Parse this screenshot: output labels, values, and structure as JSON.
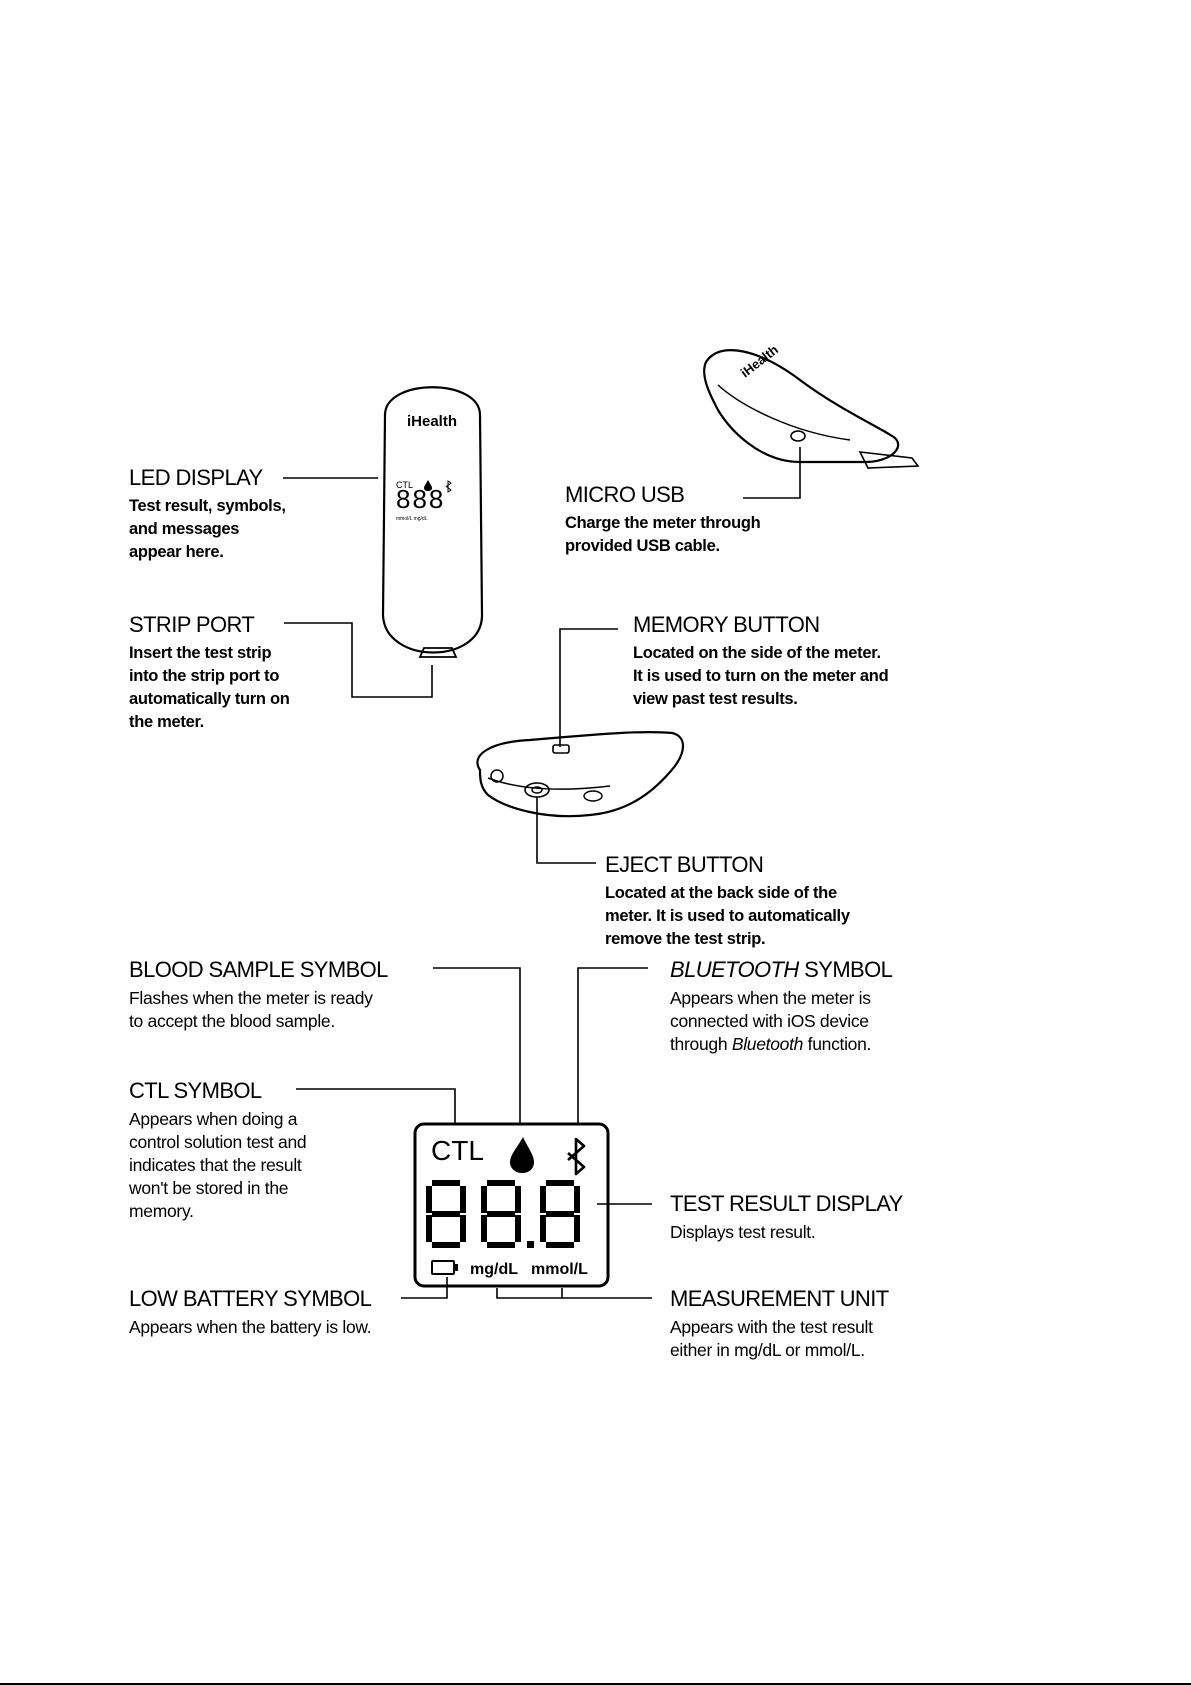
{
  "meter_front": {
    "brand": "iHealth",
    "display": {
      "ctl": "CTL",
      "digits": "888",
      "units": "mmol/L mg/dL"
    }
  },
  "meter_top": {
    "brand": "iHealth"
  },
  "lcd": {
    "ctl": "CTL",
    "unit_mg": "mg/dL",
    "unit_mmol": "mmol/L"
  },
  "callouts": {
    "led_display": {
      "title": "LED DISPLAY",
      "desc": [
        "Test result, symbols,",
        "and messages",
        "appear here."
      ]
    },
    "micro_usb": {
      "title": "MICRO USB",
      "desc": [
        "Charge the meter through",
        "provided USB cable."
      ]
    },
    "strip_port": {
      "title": "STRIP PORT",
      "desc": [
        "Insert the test strip",
        "into the strip port to",
        "automatically turn on",
        "the meter."
      ]
    },
    "memory_button": {
      "title": "MEMORY BUTTON",
      "desc": [
        "Located on the side of the meter.",
        "It is used to turn on the meter and",
        "view past test results."
      ]
    },
    "eject_button": {
      "title": "EJECT BUTTON",
      "desc": [
        "Located at the back side of the",
        "meter. It is used to automatically",
        "remove the test strip."
      ]
    },
    "blood_sample": {
      "title": "BLOOD SAMPLE SYMBOL",
      "desc": [
        "Flashes when the meter is ready",
        "to accept the blood sample."
      ]
    },
    "bluetooth": {
      "title_italic": "BLUETOOTH",
      "title_rest": " SYMBOL",
      "desc_1": "Appears when the meter is",
      "desc_2": "connected with iOS device",
      "desc_3_pre": "through ",
      "desc_3_italic": "Bluetooth",
      "desc_3_post": " function."
    },
    "ctl_symbol": {
      "title": "CTL SYMBOL",
      "desc": [
        "Appears when doing a",
        "control solution test and",
        "indicates that the result",
        "won't be stored in the",
        "memory."
      ]
    },
    "test_result": {
      "title": "TEST RESULT DISPLAY",
      "desc": [
        "Displays test result."
      ]
    },
    "low_battery": {
      "title": "LOW BATTERY SYMBOL",
      "desc": [
        "Appears when the battery is low."
      ]
    },
    "measurement_unit": {
      "title": "MEASUREMENT UNIT",
      "desc": [
        "Appears with the test result",
        "either in mg/dL or mmol/L."
      ]
    }
  },
  "icons": {
    "blood_drop": "blood-drop-icon",
    "bluetooth": "bluetooth-icon",
    "battery": "battery-icon"
  }
}
